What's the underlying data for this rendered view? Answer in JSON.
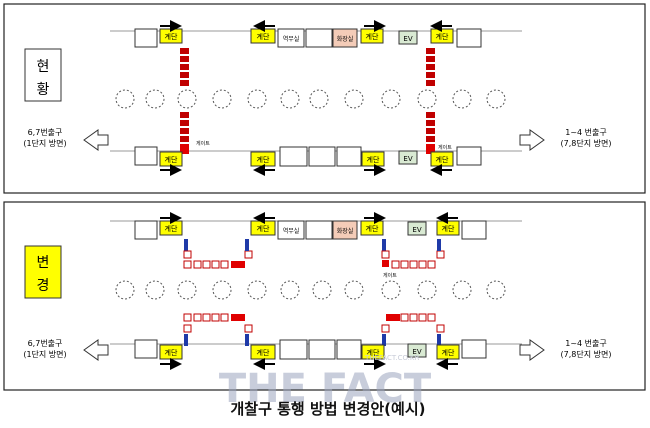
{
  "panels": [
    {
      "id": "current",
      "label_line1": "현",
      "label_line2": "황",
      "label_fill": "#ffffff"
    },
    {
      "id": "changed",
      "label_line1": "변",
      "label_line2": "경",
      "label_fill": "#ffff00"
    }
  ],
  "labels": {
    "stairs": "계단",
    "station_office": "역무실",
    "restroom": "화장실",
    "elevator": "EV",
    "gate": "게이트",
    "exit_left_line1": "6,7번출구",
    "exit_left_line2": "(1단지 방면)",
    "exit_right_line1": "1~4 번출구",
    "exit_right_line2": "(7,8단지 방면)"
  },
  "caption": "개찰구 통행 방법 변경안(예시)",
  "watermark": "THE FACT",
  "watermark_small": "THEFACT.CO.KR",
  "colors": {
    "stairs": "#ffff00",
    "gate_red": "#c00000",
    "gate_blue": "#1f3aa8",
    "elevator": "#d9ead3",
    "restroom": "#f4ccb8",
    "highlight": "#ffff00"
  }
}
